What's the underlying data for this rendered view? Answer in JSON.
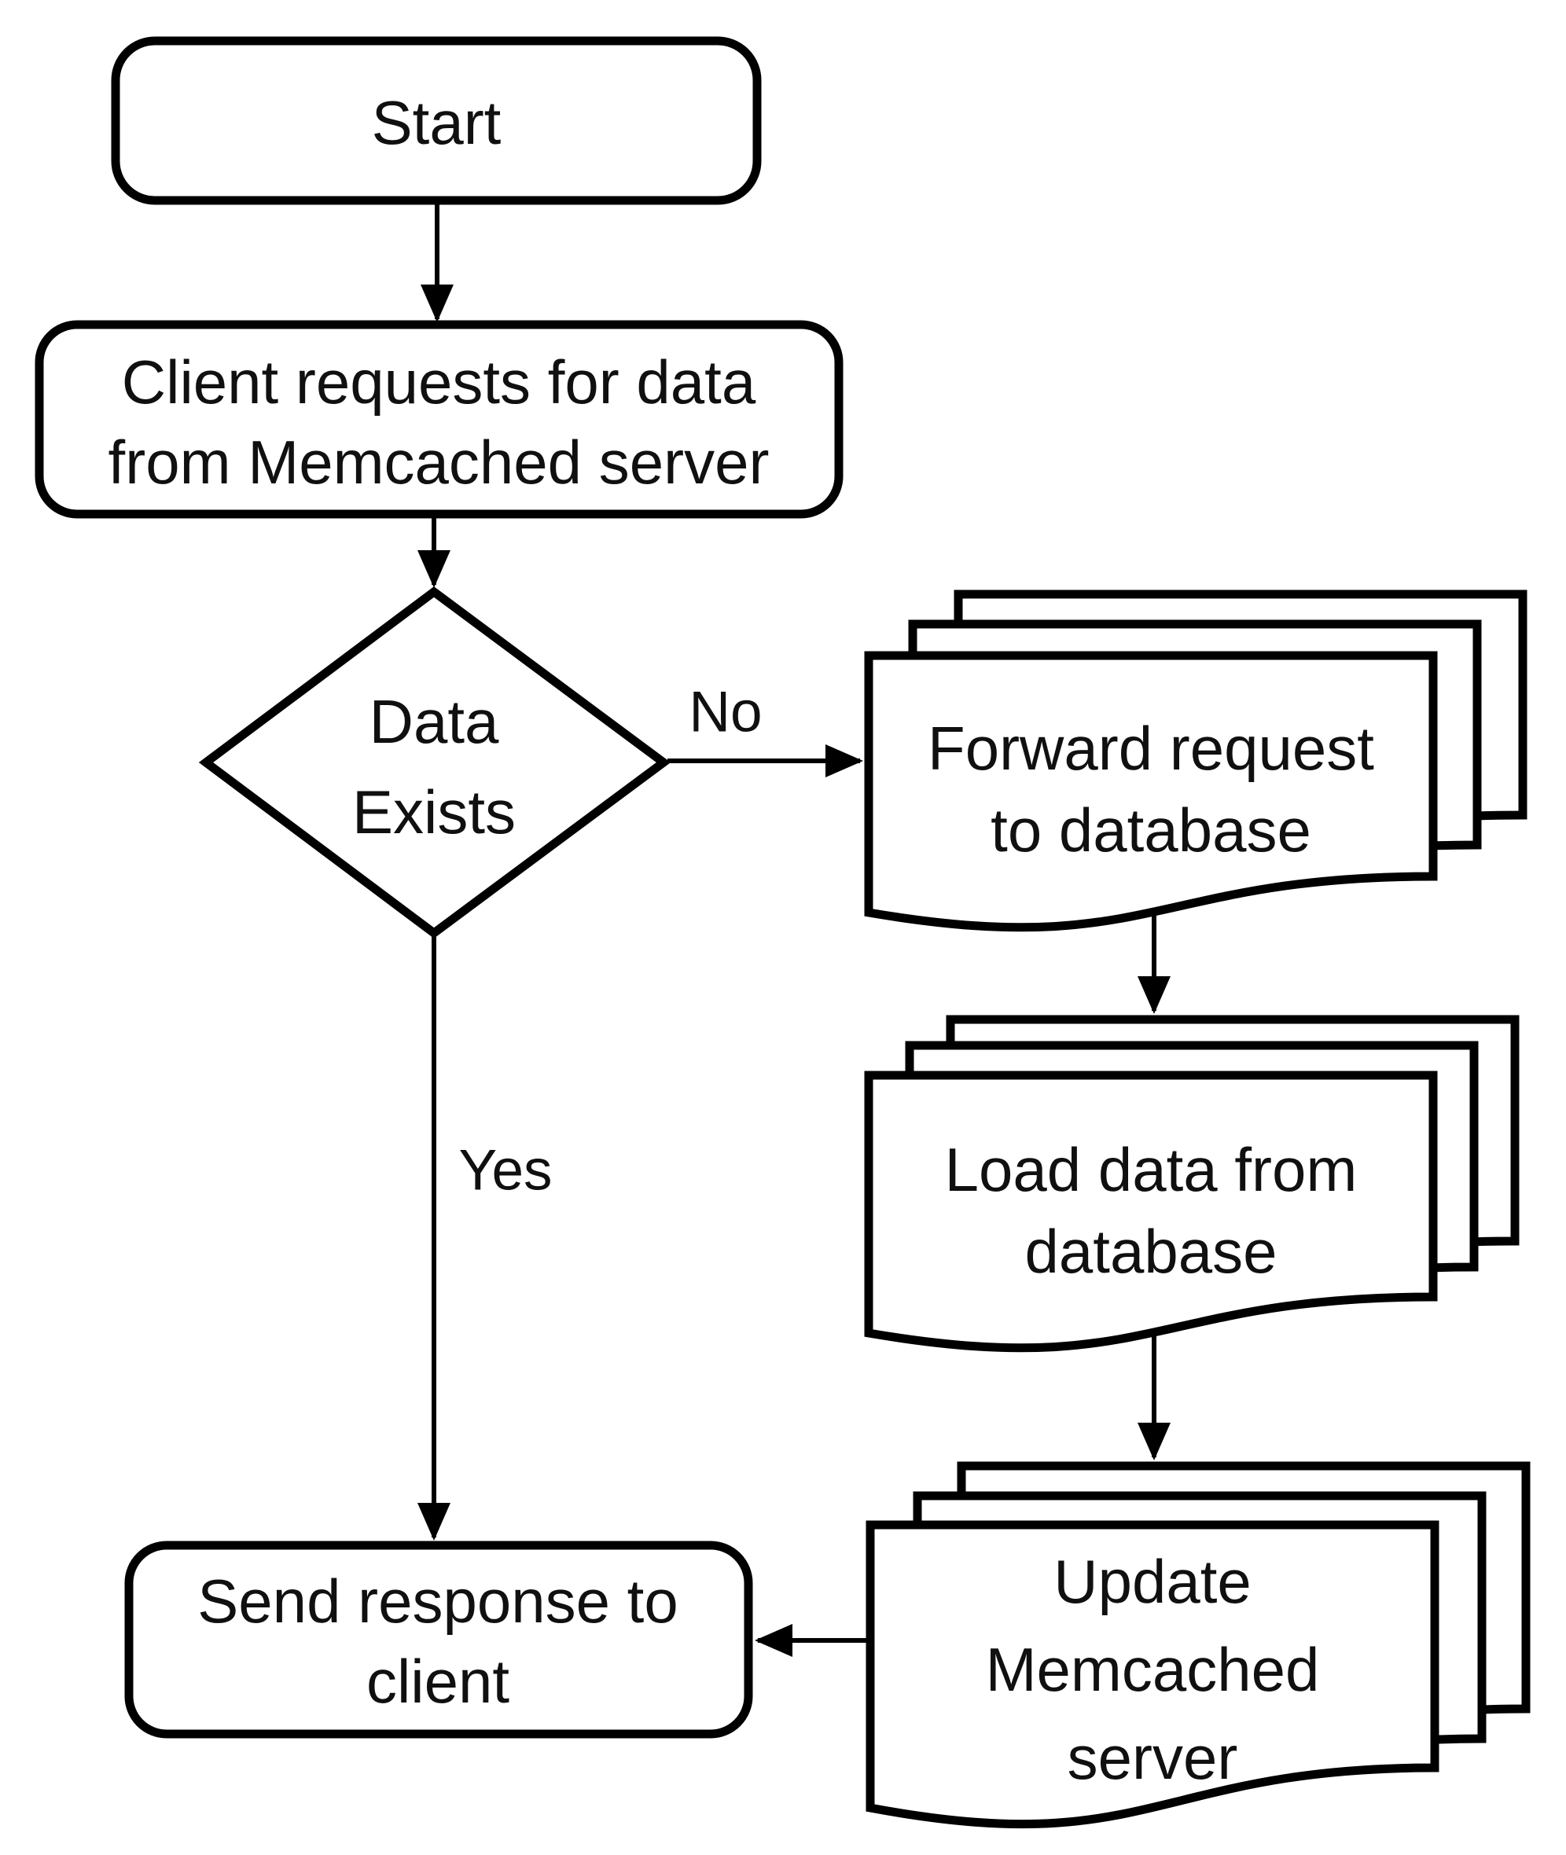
{
  "flowchart": {
    "nodes": {
      "start": {
        "label": "Start"
      },
      "client_request": {
        "line1": "Client requests for data",
        "line2": "from Memcached server"
      },
      "data_exists": {
        "line1": "Data",
        "line2": "Exists"
      },
      "forward_request": {
        "line1": "Forward request",
        "line2": "to database"
      },
      "load_data": {
        "line1": "Load data from",
        "line2": "database"
      },
      "update_server": {
        "line1": "Update",
        "line2": "Memcached",
        "line3": "server"
      },
      "send_response": {
        "line1": "Send response to",
        "line2": "client"
      }
    },
    "branch_labels": {
      "no": "No",
      "yes": "Yes"
    },
    "colors": {
      "stroke": "#000000",
      "fill": "#ffffff",
      "text": "#101010"
    }
  }
}
